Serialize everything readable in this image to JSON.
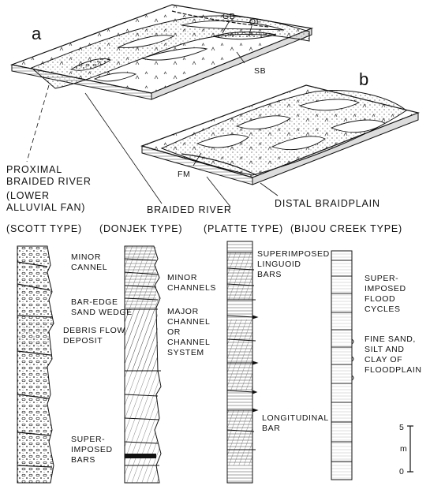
{
  "panel_labels": {
    "a": "a",
    "b": "b"
  },
  "block_a": {
    "labels": [
      "GB",
      "OF",
      "SB"
    ]
  },
  "block_b": {
    "labels": [
      "FM"
    ]
  },
  "headings": {
    "proximal": [
      "PROXIMAL",
      "BRAIDED RIVER",
      "(LOWER",
      "ALLUVIAL FAN)"
    ],
    "braided_river": "BRAIDED RIVER",
    "distal": "DISTAL BRAIDPLAIN"
  },
  "types": [
    "(SCOTT TYPE)",
    "(DONJEK TYPE)",
    "(PLATTE TYPE)",
    "(BIJOU CREEK TYPE)"
  ],
  "column_labels": {
    "scott": [
      [
        "MINOR",
        "CANNEL"
      ],
      [
        "BAR-EDGE",
        "SAND WEDGE"
      ],
      [
        "DEBRIS FLOW",
        "DEPOSIT"
      ],
      [
        "SUPER-",
        "IMPOSED",
        "BARS"
      ]
    ],
    "donjek": [
      [
        "MINOR",
        "CHANNELS"
      ],
      [
        "MAJOR",
        "CHANNEL",
        "OR",
        "CHANNEL",
        "SYSTEM"
      ]
    ],
    "platte": [
      [
        "SUPERIMPOSED",
        "LINGUOID",
        "BARS"
      ],
      [
        "LONGITUDINAL",
        "BAR"
      ]
    ],
    "bijou": [
      [
        "SUPER-",
        "IMPOSED",
        "FLOOD",
        "CYCLES"
      ],
      [
        "FINE SAND,",
        "SILT AND",
        "CLAY OF",
        "FLOODPLAIN"
      ]
    ]
  },
  "scale": {
    "top": "5",
    "unit": "m",
    "bottom": "0"
  }
}
